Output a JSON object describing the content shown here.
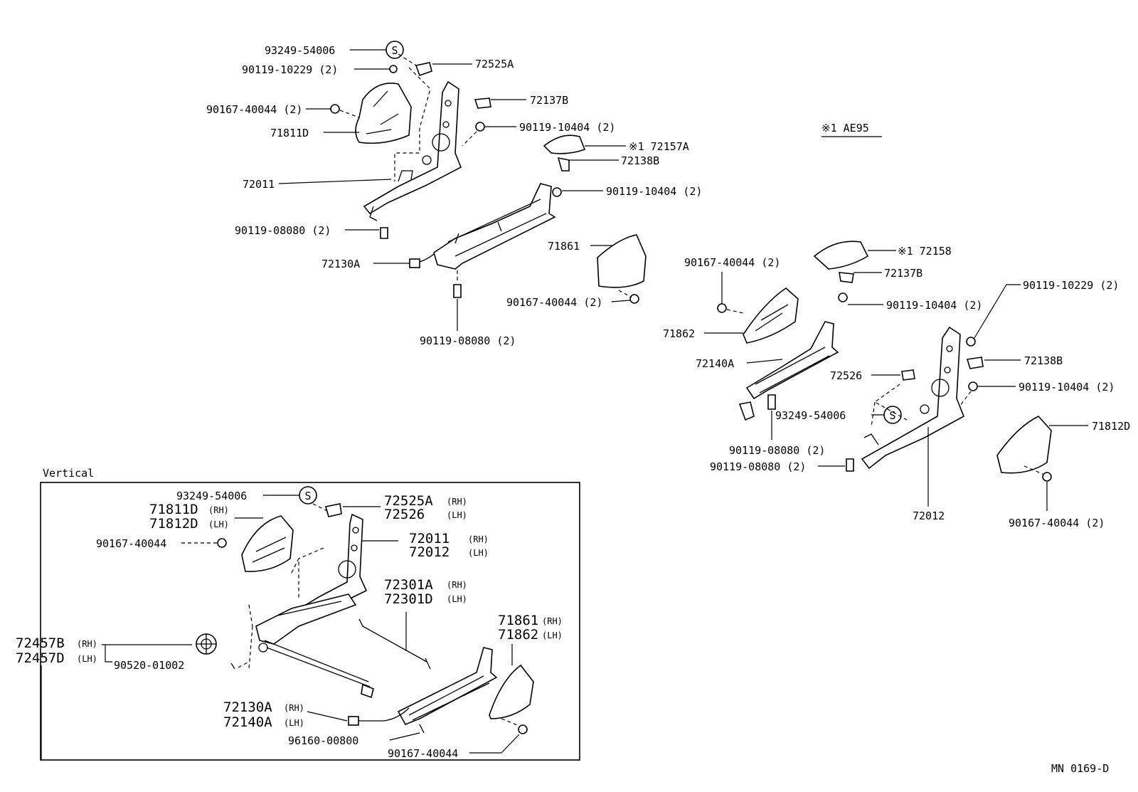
{
  "labels": {
    "p93249_54006_a": "93249-54006",
    "p90119_10229_a": "90119-10229 (2)",
    "p90167_40044_a": "90167-40044 (2)",
    "p71811d_a": "71811D",
    "p72011_a": "72011",
    "p90119_08080_a": "90119-08080 (2)",
    "p72130a_a": "72130A",
    "p90119_08080_b": "90119-08080 (2)",
    "p72525a_a": "72525A",
    "p72137b_a": "72137B",
    "p90119_10404_a": "90119-10404 (2)",
    "p72157a": "※1  72157A",
    "p72138b_a": "72138B",
    "p90119_10404_b": "90119-10404 (2)",
    "p71861_a": "71861",
    "p90167_40044_b": "90167-40044 (2)",
    "note_ae95": "※1  AE95",
    "p72158": "※1  72158",
    "p72137b_b": "72137B",
    "p90167_40044_c": "90167-40044 (2)",
    "p71862_a": "71862",
    "p90119_10404_c": "90119-10404 (2)",
    "p90119_10229_b": "90119-10229 (2)",
    "p72140a_a": "72140A",
    "p72138b_b": "72138B",
    "p72526_a": "72526",
    "p90119_10404_d": "90119-10404 (2)",
    "p93249_54006_b": "93249-54006",
    "p90119_08080_c": "90119-08080 (2)",
    "p90119_08080_d": "90119-08080 (2)",
    "p72012_a": "72012",
    "p71812d_a": "71812D",
    "p90167_40044_d": "90167-40044 (2)",
    "vertical_title": "Vertical",
    "v93249_54006": "93249-54006",
    "v72525a": "72525A",
    "v72526": "72526",
    "v71811d": "71811D",
    "v71812d": "71812D",
    "v90167_40044_a": "90167-40044",
    "v72011": "72011",
    "v72012": "72012",
    "v72301a": "72301A",
    "v72301d": "72301D",
    "v72457b": "72457B",
    "v72457d": "72457D",
    "v90520_01002": "90520-01002",
    "v71861": "71861",
    "v71862": "71862",
    "v72130a": "72130A",
    "v72140a": "72140A",
    "v96160_00800": "96160-00800",
    "v90167_40044_b": "90167-40044",
    "rh": "(RH)",
    "lh": "(LH)",
    "s_mark": "S",
    "ref_code": "MN  0169-D"
  }
}
